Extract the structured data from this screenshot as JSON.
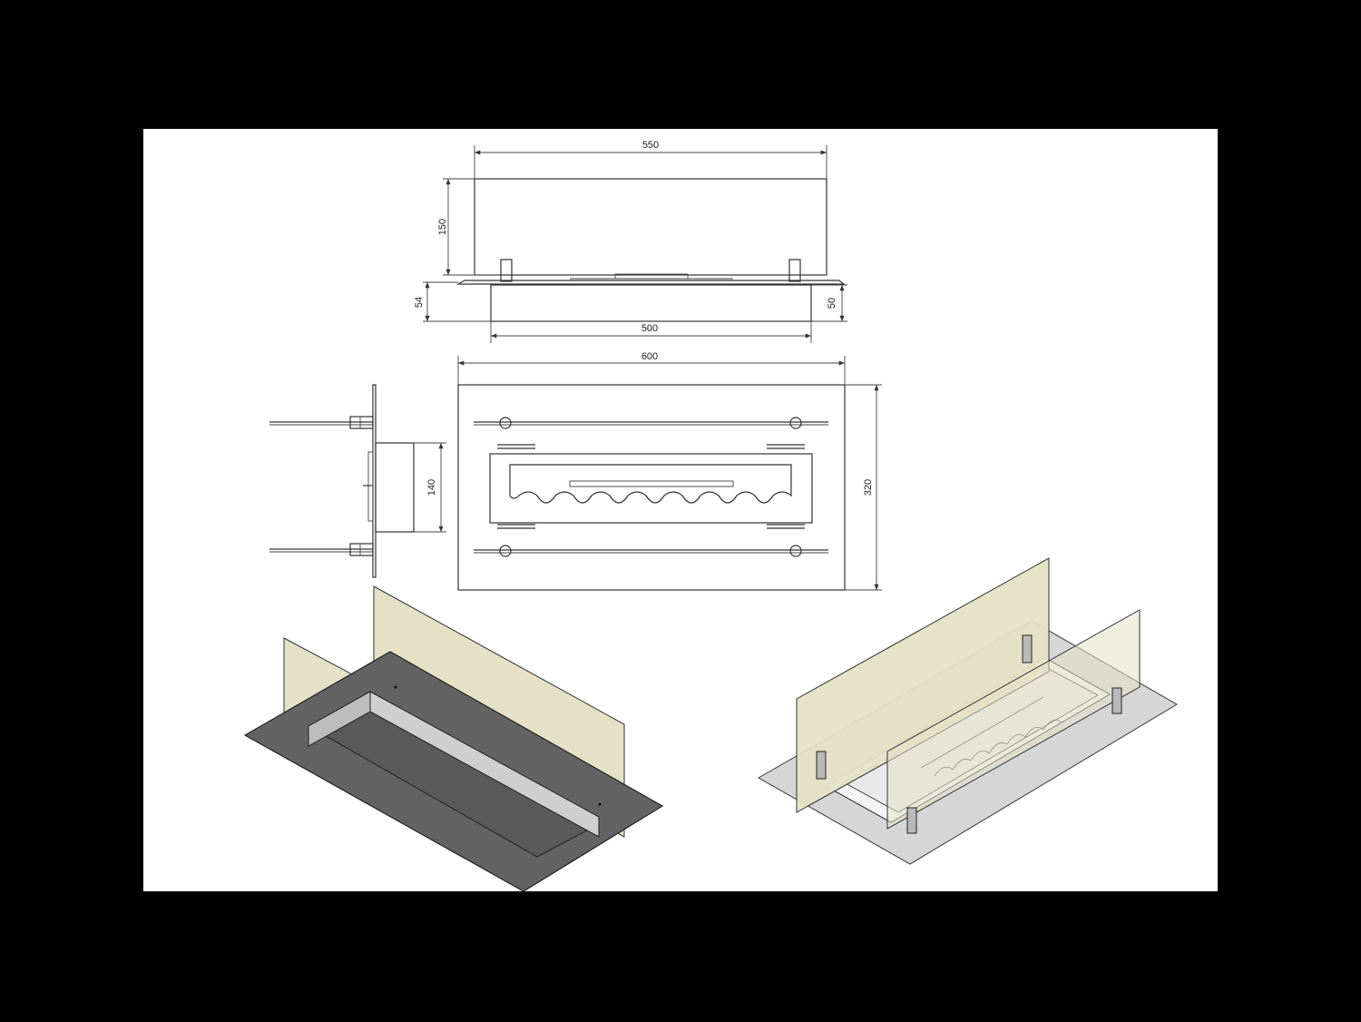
{
  "colors": {
    "background": "#000000",
    "paper": "#ffffff",
    "line": "#333333",
    "glass": "#e6e1c6",
    "plate_dark": "#636363",
    "steel_light": "#cfcfcf",
    "plate_light": "#d6d6d6"
  },
  "front_view": {
    "width_top": "550",
    "glass_height": "150",
    "base_height_left": "54",
    "base_height_right": "50",
    "width_bottom": "500"
  },
  "top_view": {
    "width": "600",
    "depth": "320"
  },
  "side_view": {
    "burner_depth": "140"
  }
}
